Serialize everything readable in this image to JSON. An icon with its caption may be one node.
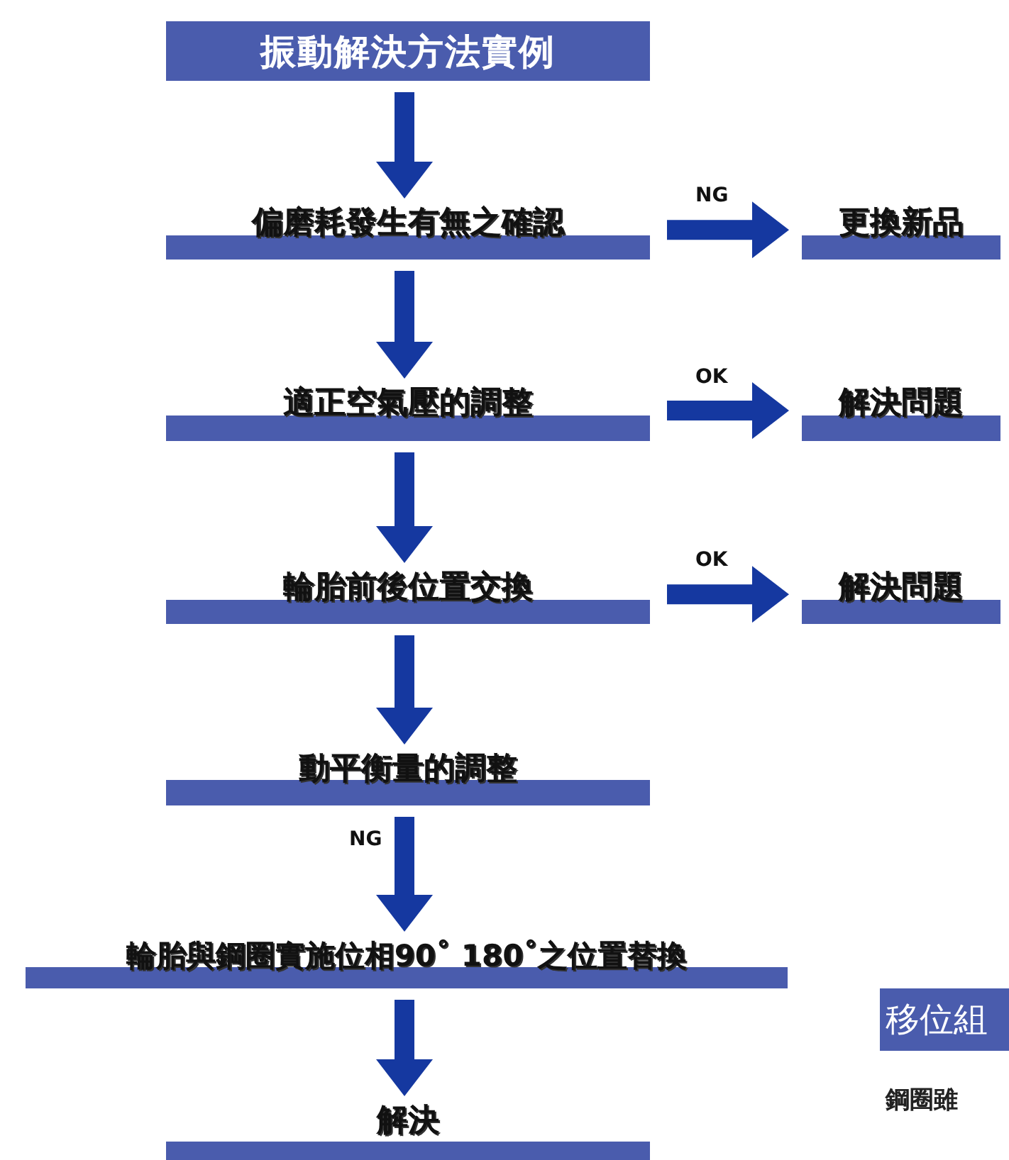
{
  "diagram": {
    "title": "振動解決方法實例",
    "nodes": [
      {
        "text": [
          "偏磨耗發生有無之確認"
        ]
      },
      {
        "text": [
          "更換新品"
        ]
      },
      {
        "text": [
          "適正空氣壓的調整"
        ]
      },
      {
        "text": [
          "解決問題"
        ]
      },
      {
        "text": [
          "輪胎前後位置交換"
        ]
      },
      {
        "text": [
          "解決問題"
        ]
      },
      {
        "text": [
          "動平衡量的調整"
        ]
      },
      {
        "text": [
          "輪胎與鋼圈實施位相90˚ 180˚之位置替換"
        ]
      },
      {
        "text": [
          "解決"
        ]
      },
      {
        "text": [
          "移位組"
        ]
      }
    ],
    "edges": [
      {
        "from": null,
        "to": 0,
        "arrow": "to"
      },
      {
        "from": 0,
        "to": 1,
        "arrow": "to",
        "label": "NG"
      },
      {
        "from": 0,
        "to": 2,
        "arrow": "to"
      },
      {
        "from": 2,
        "to": 3,
        "arrow": "to",
        "label": "OK"
      },
      {
        "from": 2,
        "to": 4,
        "arrow": "to"
      },
      {
        "from": 4,
        "to": 5,
        "arrow": "to",
        "label": "OK"
      },
      {
        "from": 4,
        "to": 6,
        "arrow": "to"
      },
      {
        "from": 6,
        "to": 7,
        "arrow": "to",
        "label": "NG"
      },
      {
        "from": 7,
        "to": 8,
        "arrow": "to"
      }
    ],
    "labels": [
      "鋼圈雖"
    ]
  }
}
